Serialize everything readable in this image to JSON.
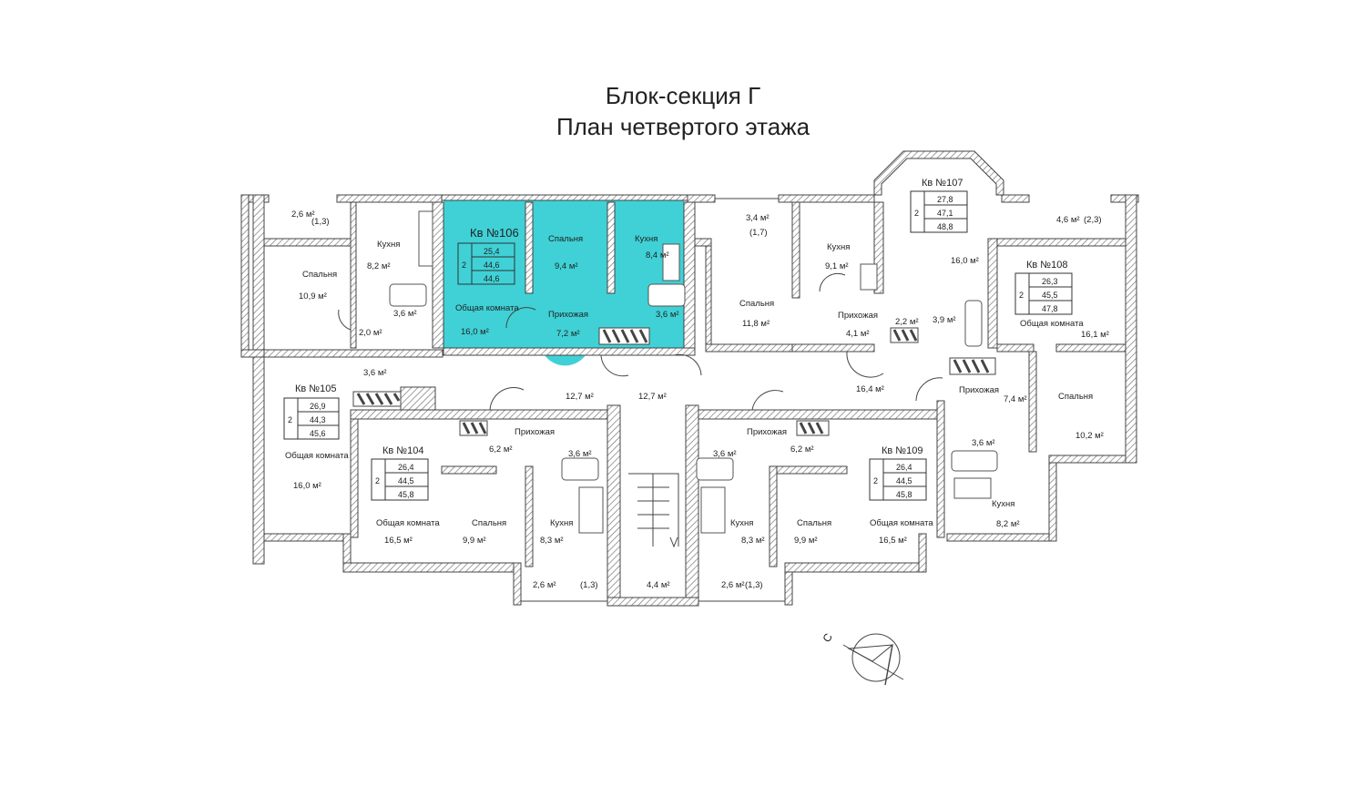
{
  "title": {
    "line1": "Блок-секция Г",
    "line2": "План четвертого этажа"
  },
  "colors": {
    "highlight": "#3fd1d6",
    "wall_hatch": "#777777",
    "text": "#222222"
  },
  "apartments": [
    {
      "id": "apt106",
      "label": "Кв №106",
      "rooms": "2",
      "living": "25,4",
      "total": "44,6",
      "total_balcony": "44,6",
      "highlighted": true
    },
    {
      "id": "apt107",
      "label": "Кв №107",
      "rooms": "2",
      "living": "27,8",
      "total": "47,1",
      "total_balcony": "48,8",
      "highlighted": false
    },
    {
      "id": "apt108",
      "label": "Кв №108",
      "rooms": "2",
      "living": "26,3",
      "total": "45,5",
      "total_balcony": "47,8",
      "highlighted": false
    },
    {
      "id": "apt105",
      "label": "Кв №105",
      "rooms": "2",
      "living": "26,9",
      "total": "44,3",
      "total_balcony": "45,6",
      "highlighted": false
    },
    {
      "id": "apt104",
      "label": "Кв №104",
      "rooms": "2",
      "living": "26,4",
      "total": "44,5",
      "total_balcony": "45,8",
      "highlighted": false
    },
    {
      "id": "apt109",
      "label": "Кв №109",
      "rooms": "2",
      "living": "26,4",
      "total": "44,5",
      "total_balcony": "45,8",
      "highlighted": false
    }
  ],
  "rooms": {
    "a106_bed": {
      "name": "Спальня",
      "area": "9,4 м²"
    },
    "a106_kitchen": {
      "name": "Кухня",
      "area": "8,4 м²"
    },
    "a106_living": {
      "name": "Общая комната",
      "area": "16,0 м²"
    },
    "a106_hall": {
      "name": "Прихожая",
      "area": "7,2 м²"
    },
    "a106_bath": {
      "area": "3,6 м²"
    },
    "a105_kitchen": {
      "name": "Кухня",
      "area": "8,2 м²"
    },
    "a105_bed": {
      "name": "Спальня",
      "area": "10,9 м²"
    },
    "a105_bath": {
      "area": "3,6 м²"
    },
    "a105_wc": {
      "area": "2,0 м²"
    },
    "a105_hall": {
      "area": "3,6 м²"
    },
    "a105_living": {
      "name": "Общая комната",
      "area": "16,0 м²"
    },
    "a105_balcony": {
      "area": "2,6 м²",
      "extra": "(1,3)"
    },
    "a107_bed": {
      "name": "Спальня",
      "area": "11,8 м²"
    },
    "a107_kitchen": {
      "name": "Кухня",
      "area": "9,1 м²"
    },
    "a107_hall": {
      "name": "Прихожая",
      "area": "4,1 м²"
    },
    "a107_living": {
      "area": "16,0 м²"
    },
    "a107_wc": {
      "area": "2,2 м²"
    },
    "a107_bath": {
      "area": "3,9 м²"
    },
    "a107_balcony": {
      "area": "3,4 м²",
      "extra": "(1,7)"
    },
    "a108_living": {
      "name": "Общая комната",
      "area": "16,1 м²"
    },
    "a108_hall": {
      "name": "Прихожая",
      "area": "7,4 м²"
    },
    "a108_bed": {
      "name": "Спальня",
      "area": "10,2 м²"
    },
    "a108_bath": {
      "area": "3,6 м²"
    },
    "a108_kitchen": {
      "name": "Кухня",
      "area": "8,2 м²"
    },
    "a108_balcony": {
      "area": "4,6 м²",
      "extra": "(2,3)"
    },
    "corr_left": {
      "area": "12,7 м²"
    },
    "corr_right": {
      "area": "12,7 м²"
    },
    "corr_east": {
      "area": "16,4 м²"
    },
    "stair": {
      "area": "4,4 м²"
    },
    "a104_hall": {
      "name": "Прихожая",
      "area": "6,2 м²"
    },
    "a104_bath": {
      "area": "3,6 м²"
    },
    "a104_living": {
      "name": "Общая комната",
      "area": "16,5 м²"
    },
    "a104_bed": {
      "name": "Спальня",
      "area": "9,9 м²"
    },
    "a104_kitchen": {
      "name": "Кухня",
      "area": "8,3 м²"
    },
    "a104_balcony": {
      "area": "2,6 м²",
      "extra": "(1,3)"
    },
    "a109_hall": {
      "name": "Прихожая",
      "area": "6,2 м²"
    },
    "a109_bath": {
      "area": "3,6 м²"
    },
    "a109_living": {
      "name": "Общая комната",
      "area": "16,5 м²"
    },
    "a109_bed": {
      "name": "Спальня",
      "area": "9,9 м²"
    },
    "a109_kitchen": {
      "name": "Кухня",
      "area": "8,3 м²"
    },
    "a109_balcony": {
      "area": "2,6 м²",
      "extra": "(1,3)"
    }
  },
  "compass": {
    "north_label": "С"
  }
}
